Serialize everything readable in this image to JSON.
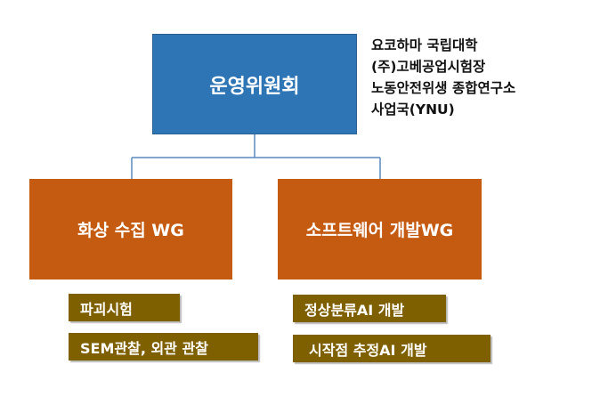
{
  "colors": {
    "committee_fill": "#2e75b6",
    "wg_fill": "#c55a11",
    "task_fill": "#7f6000",
    "connector": "#5b8ac0"
  },
  "committee": {
    "label": "운영위원회"
  },
  "members": [
    "요코하마 국립대학",
    "(주)고베공업시험장",
    "노동안전위생 종합연구소",
    "사업국(YNU)"
  ],
  "working_groups": [
    {
      "label": "화상 수집 WG",
      "tasks": [
        "파괴시험",
        "SEM관찰, 외관 관찰"
      ]
    },
    {
      "label": "소프트웨어 개발WG",
      "tasks": [
        "정상분류AI 개발",
        "시작점 추정AI 개발"
      ]
    }
  ]
}
